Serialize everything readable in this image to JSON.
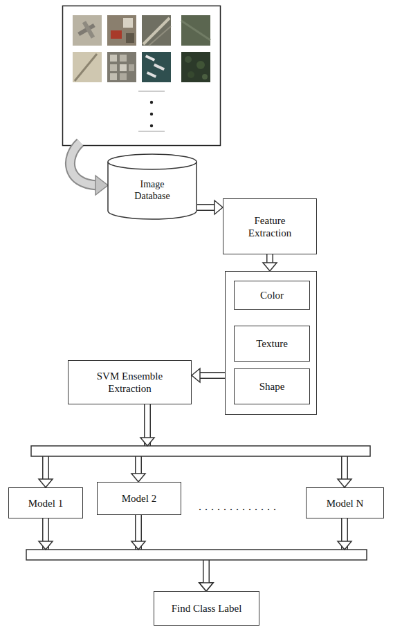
{
  "diagram": {
    "nodes": [
      {
        "text": [
          "Image Database"
        ]
      },
      {
        "text": [
          "Feature Extraction"
        ]
      },
      {
        "text": []
      },
      {
        "text": [
          "Color"
        ],
        "in": 2
      },
      {
        "text": [
          "Texture"
        ],
        "in": 2
      },
      {
        "text": [
          "Shape"
        ],
        "in": 2
      },
      {
        "text": [
          "SVM Ensemble Extraction"
        ]
      },
      {
        "text": [
          "Model 1"
        ]
      },
      {
        "text": [
          "Model 2"
        ]
      },
      {
        "text": [
          "Model N"
        ]
      },
      {
        "text": [
          "Find Class Label"
        ]
      }
    ],
    "edges": [
      {
        "from": 0,
        "to": 1,
        "arrow": "to"
      },
      {
        "from": 1,
        "to": 2,
        "arrow": "to"
      },
      {
        "from": 2,
        "to": 6,
        "arrow": "to"
      },
      {
        "from": 6,
        "to": 7,
        "arrow": "to"
      },
      {
        "from": 6,
        "to": 8,
        "arrow": "to"
      },
      {
        "from": 6,
        "to": 9,
        "arrow": "to"
      },
      {
        "from": 7,
        "to": 10,
        "arrow": "to"
      },
      {
        "from": 8,
        "to": 10,
        "arrow": "to"
      },
      {
        "from": 9,
        "to": 10,
        "arrow": "to"
      }
    ],
    "labels": [
      "............."
    ]
  }
}
